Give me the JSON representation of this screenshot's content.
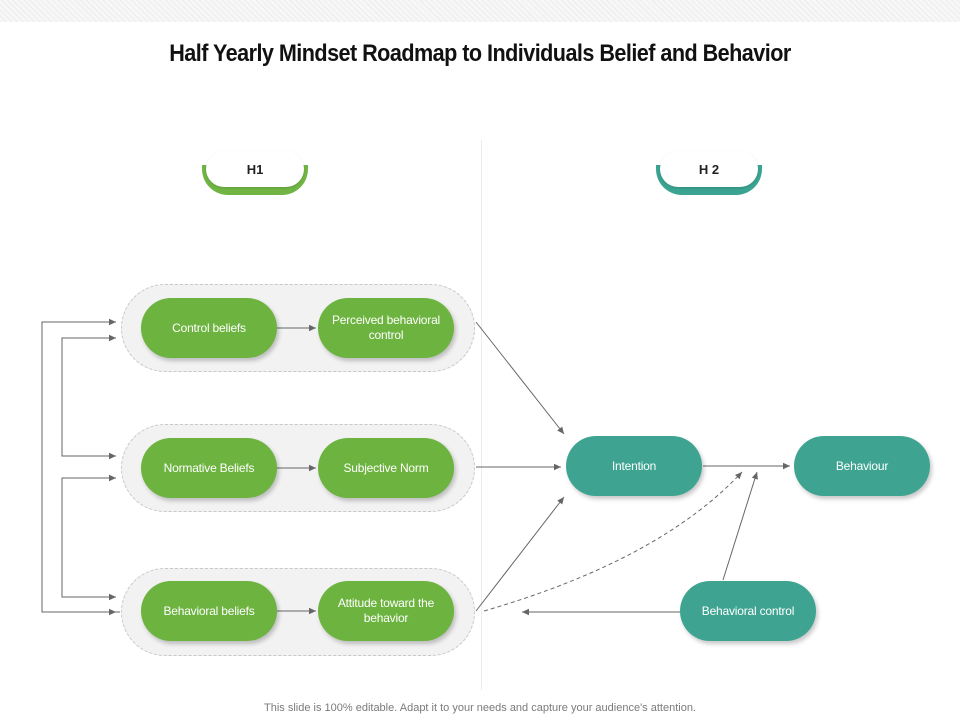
{
  "title": "Half Yearly Mindset Roadmap to Individuals Belief and Behavior",
  "tabs": {
    "h1": "H1",
    "h2": "H 2"
  },
  "nodes": {
    "control_beliefs": "Control beliefs",
    "perceived_control": "Perceived behavioral control",
    "normative_beliefs": "Normative Beliefs",
    "subjective_norm": "Subjective Norm",
    "behavioral_beliefs": "Behavioral beliefs",
    "attitude": "Attitude toward the behavior",
    "intention": "Intention",
    "behaviour": "Behaviour",
    "behavioral_control": "Behavioral control"
  },
  "colors": {
    "green": "#6db33f",
    "teal": "#3ea491",
    "arrow": "#666666"
  },
  "footer": "This slide is 100% editable. Adapt it to your needs and capture your audience's attention."
}
